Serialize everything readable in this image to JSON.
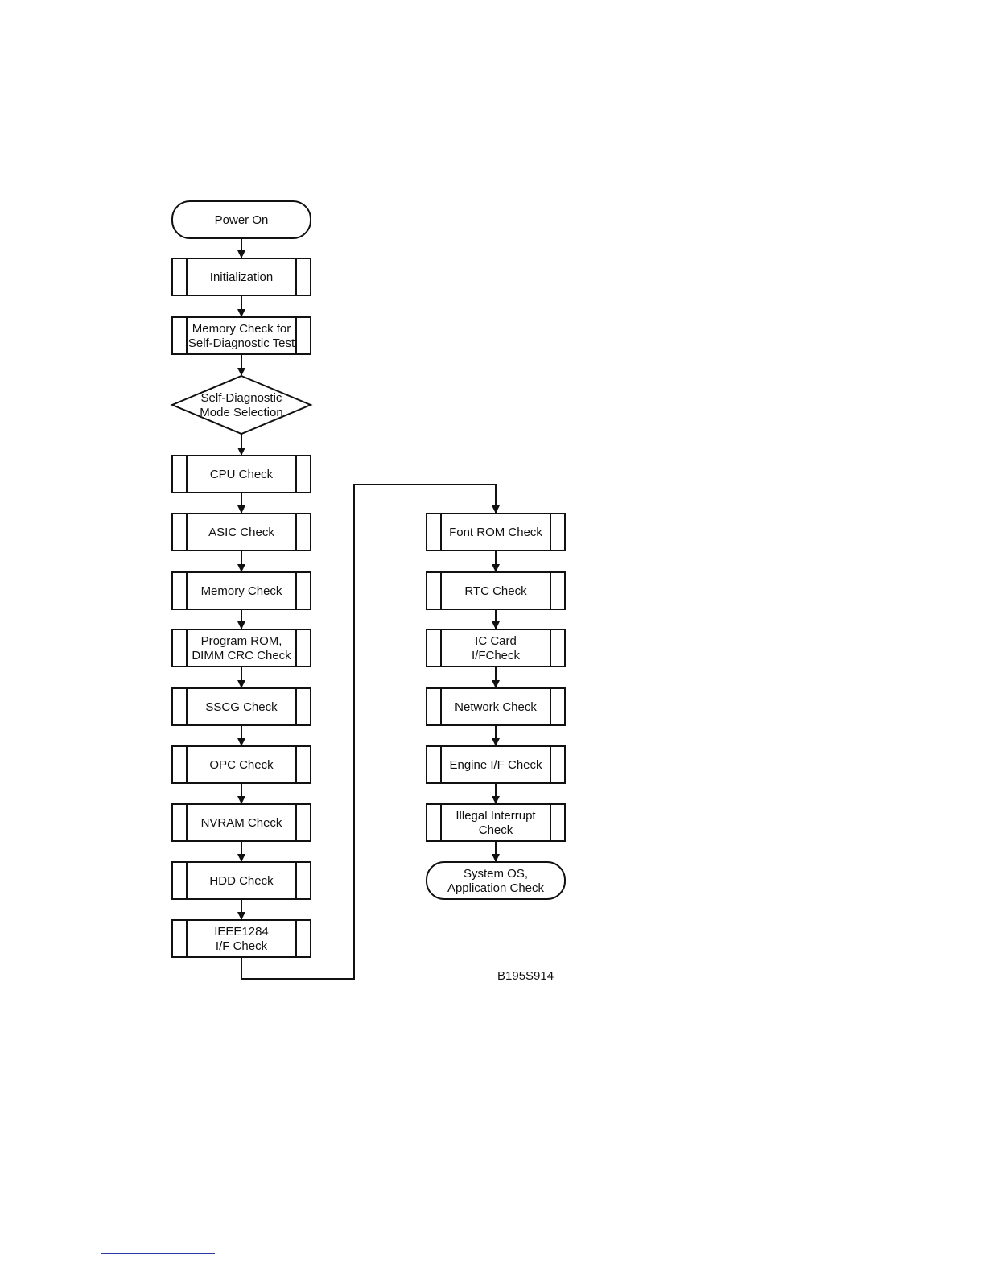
{
  "diagram": {
    "nodes": [
      {
        "id": "power_on",
        "type": "terminator",
        "lines": [
          "Power On"
        ]
      },
      {
        "id": "initialization",
        "type": "process",
        "lines": [
          "Initialization"
        ]
      },
      {
        "id": "mem_check_selfdiag",
        "type": "process",
        "lines": [
          "Memory Check for",
          "Self-Diagnostic Test"
        ]
      },
      {
        "id": "mode_selection",
        "type": "decision",
        "lines": [
          "Self-Diagnostic",
          "Mode Selection"
        ]
      },
      {
        "id": "cpu",
        "type": "process",
        "lines": [
          "CPU Check"
        ]
      },
      {
        "id": "asic",
        "type": "process",
        "lines": [
          "ASIC Check"
        ]
      },
      {
        "id": "memory",
        "type": "process",
        "lines": [
          "Memory Check"
        ]
      },
      {
        "id": "program_rom",
        "type": "process",
        "lines": [
          "Program ROM,",
          "DIMM CRC Check"
        ]
      },
      {
        "id": "sscg",
        "type": "process",
        "lines": [
          "SSCG Check"
        ]
      },
      {
        "id": "opc",
        "type": "process",
        "lines": [
          "OPC Check"
        ]
      },
      {
        "id": "nvram",
        "type": "process",
        "lines": [
          "NVRAM Check"
        ]
      },
      {
        "id": "hdd",
        "type": "process",
        "lines": [
          "HDD Check"
        ]
      },
      {
        "id": "ieee1284",
        "type": "process",
        "lines": [
          "IEEE1284",
          "I/F Check"
        ]
      },
      {
        "id": "font_rom",
        "type": "process",
        "lines": [
          "Font ROM Check"
        ]
      },
      {
        "id": "rtc",
        "type": "process",
        "lines": [
          "RTC Check"
        ]
      },
      {
        "id": "ic_card",
        "type": "process",
        "lines": [
          "IC Card",
          "I/FCheck"
        ]
      },
      {
        "id": "network",
        "type": "process",
        "lines": [
          "Network Check"
        ]
      },
      {
        "id": "engine_if",
        "type": "process",
        "lines": [
          "Engine I/F Check"
        ]
      },
      {
        "id": "illegal_interrupt",
        "type": "process",
        "lines": [
          "Illegal Interrupt",
          "Check"
        ]
      },
      {
        "id": "system_os",
        "type": "terminator",
        "lines": [
          "System OS,",
          "Application Check"
        ]
      }
    ],
    "edges": [
      [
        "power_on",
        "initialization"
      ],
      [
        "initialization",
        "mem_check_selfdiag"
      ],
      [
        "mem_check_selfdiag",
        "mode_selection"
      ],
      [
        "mode_selection",
        "cpu"
      ],
      [
        "cpu",
        "asic"
      ],
      [
        "asic",
        "memory"
      ],
      [
        "memory",
        "program_rom"
      ],
      [
        "program_rom",
        "sscg"
      ],
      [
        "sscg",
        "opc"
      ],
      [
        "opc",
        "nvram"
      ],
      [
        "nvram",
        "hdd"
      ],
      [
        "hdd",
        "ieee1284"
      ],
      [
        "ieee1284",
        "font_rom"
      ],
      [
        "font_rom",
        "rtc"
      ],
      [
        "rtc",
        "ic_card"
      ],
      [
        "ic_card",
        "network"
      ],
      [
        "network",
        "engine_if"
      ],
      [
        "engine_if",
        "illegal_interrupt"
      ],
      [
        "illegal_interrupt",
        "system_os"
      ]
    ],
    "figure_id": "B195S914"
  }
}
